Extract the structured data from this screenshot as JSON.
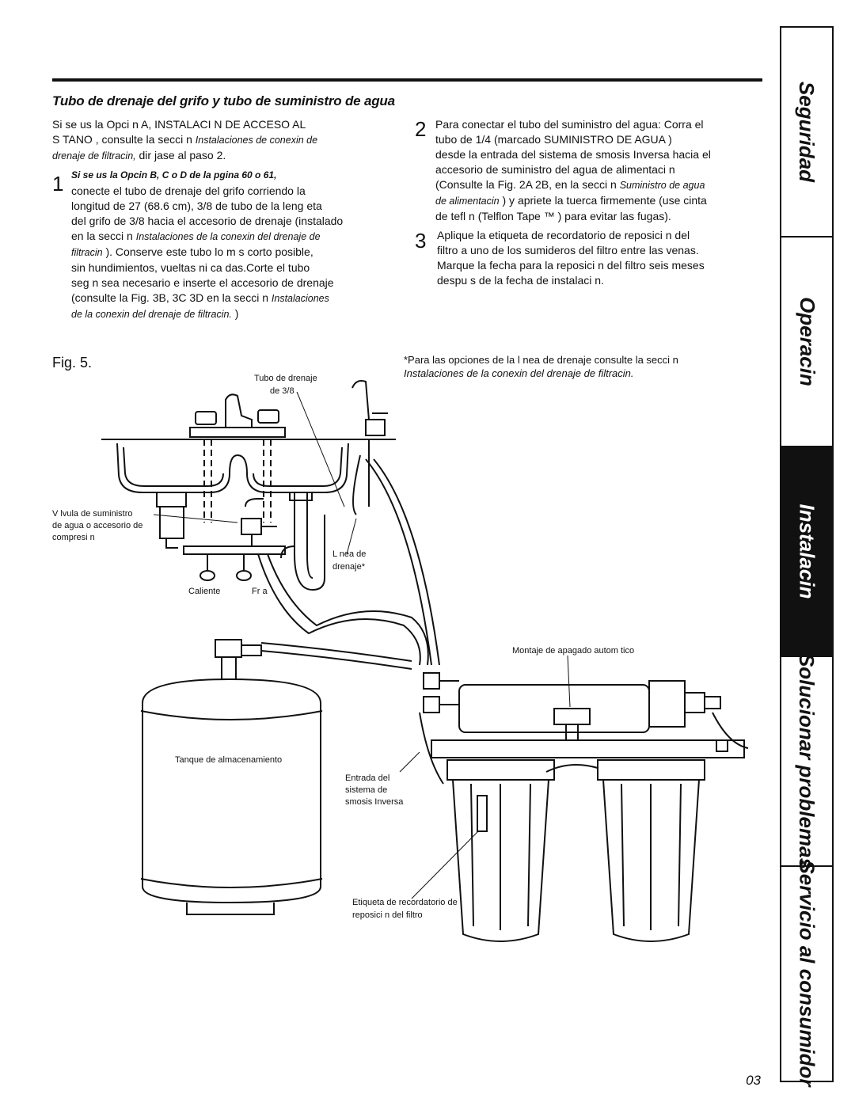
{
  "section_title": "Tubo de drenaje del grifo y tubo de suministro de agua",
  "intro": {
    "line1": "Si se us  la Opci n A, INSTALACI N DE ACCESO AL",
    "line2a": "S TANO  , consulte la secci n ",
    "line2b": "Instalaciones de conexin de",
    "line3a": "drenaje de filtracin,",
    "line3b": "  dir jase al paso 2."
  },
  "step1": {
    "num": "1",
    "heading": "Si se us la Opcin B, C o D de la pgina 60 o 61,",
    "l1": "conecte el tubo de drenaje del grifo corriendo la",
    "l2": "longitud de 27   (68.6 cm), 3/8   de tubo de la leng eta",
    "l3": "del grifo de 3/8   hacia el accesorio de drenaje (instalado",
    "l4a": "en la secci n ",
    "l4b": "Instalaciones de la conexin del drenaje de",
    "l5a": "filtracin",
    "l5b": "  ). Conserve este tubo lo m s corto posible,",
    "l6": "sin hundimientos, vueltas ni ca das.Corte el tubo",
    "l7": "seg n sea necesario e inserte el accesorio de drenaje",
    "l8a": "(consulte la Fig. 3B, 3C   3D en la secci n ",
    "l8b": "Instalaciones",
    "l9": "de la conexin del drenaje de filtracin.",
    "l9b": "   )"
  },
  "step2": {
    "num": "2",
    "l1": "Para conectar el tubo del suministro del agua: Corra el",
    "l2": "tubo de 1/4   (marcado  SUMINISTRO DE AGUA )",
    "l3": "desde la entrada del sistema de  smosis Inversa hacia el",
    "l4": "accesorio de suministro del agua de alimentaci n",
    "l5a": "(Consulte la Fig. 2A   2B, en la secci n ",
    "l5b": "Suministro de agua",
    "l6a": "de alimentacin",
    "l6b": "  ) y apriete la tuerca firmemente (use cinta",
    "l7": "de tefl n (Telflon Tape  ™ ) para evitar las fugas)."
  },
  "step3": {
    "num": "3",
    "l1": "Aplique la etiqueta de recordatorio de reposici n del",
    "l2": "filtro a uno de los sumideros del filtro entre las venas.",
    "l3": "Marque la fecha para la reposici n del filtro seis meses",
    "l4": "despu s de la fecha de instalaci n."
  },
  "figure": {
    "label": "Fig. 5.",
    "note1": "*Para las opciones de la l nea de drenaje consulte la secci n",
    "note2": "Instalaciones de la conexin del drenaje de filtracin.",
    "callouts": {
      "tubo1": "Tubo de drenaje",
      "tubo2": "de 3/8",
      "valvula1": "V lvula de suministro",
      "valvula2": "de agua o accesorio de",
      "valvula3": "compresi n",
      "linea1": "L nea de",
      "linea2": "drenaje*",
      "caliente": "Caliente",
      "fria": "Fr a",
      "montaje": "Montaje de apagado autom tico",
      "tanque": "Tanque de almacenamiento",
      "entrada1": "Entrada del",
      "entrada2": "sistema de",
      "entrada3": " smosis Inversa",
      "etiqueta1": "Etiqueta de recordatorio de",
      "etiqueta2": "reposici n del filtro"
    }
  },
  "tabs": [
    "Seguridad",
    "Operacin",
    "Instalacin",
    "Solucionar problemas",
    "Servicio al consumidor"
  ],
  "active_tab": "Instalacin",
  "page_number": "03"
}
